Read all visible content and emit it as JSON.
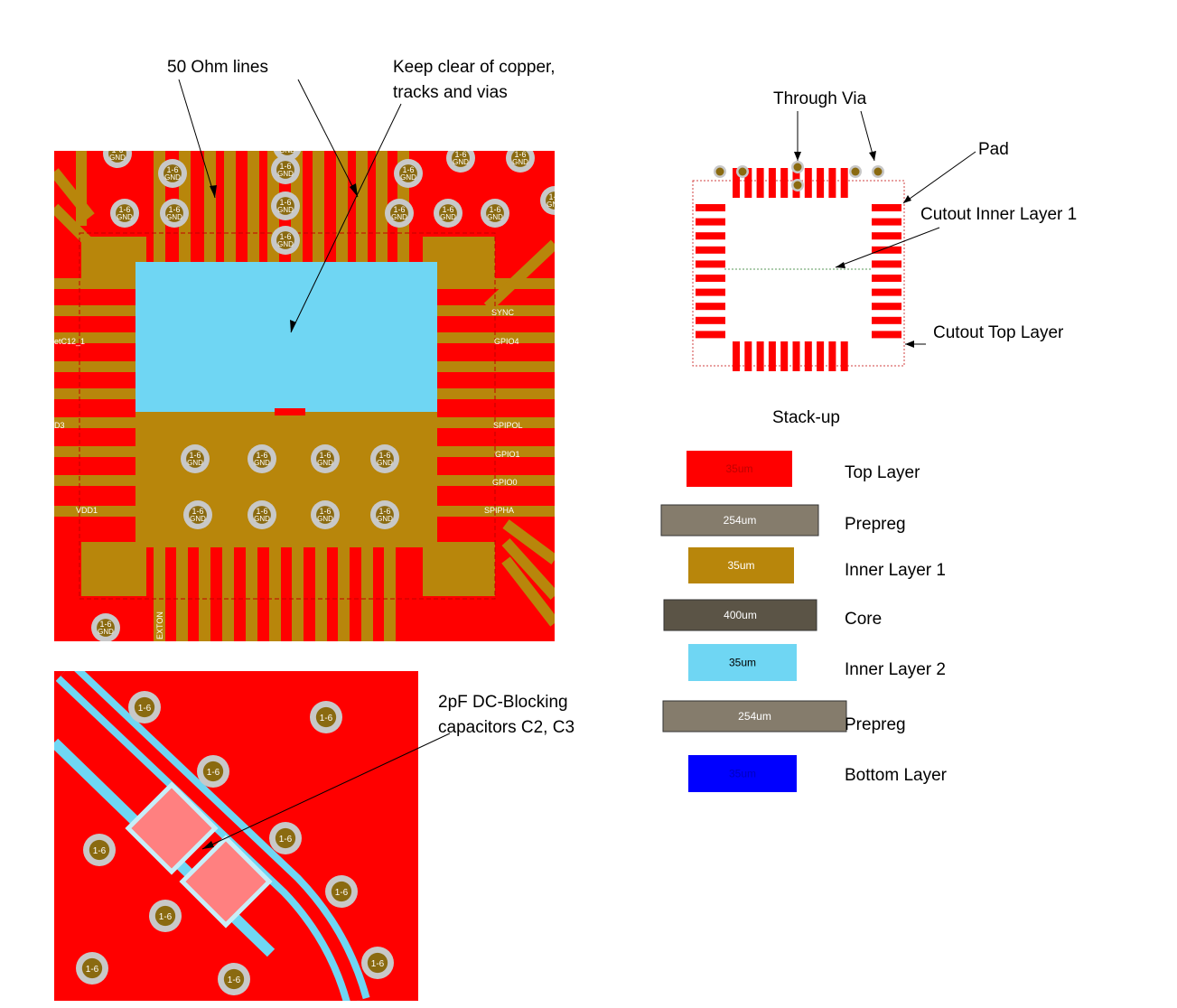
{
  "callouts": {
    "fifty_ohm": "50 Ohm lines",
    "keep_clear_1": "Keep clear of copper,",
    "keep_clear_2": "tracks and vias",
    "dc_block_1": "2pF DC-Blocking",
    "dc_block_2": "capacitors C2, C3",
    "through_via": "Through Via",
    "pad": "Pad",
    "cutout_inner": "Cutout Inner Layer 1",
    "cutout_top": "Cutout Top Layer"
  },
  "stackup": {
    "title": "Stack-up",
    "layers": [
      {
        "name": "Top Layer",
        "thickness": "35um",
        "color": "#ff0000"
      },
      {
        "name": "Prepreg",
        "thickness": "254um",
        "color": "#857c6c"
      },
      {
        "name": "Inner Layer 1",
        "thickness": "35um",
        "color": "#b8860b"
      },
      {
        "name": "Core",
        "thickness": "400um",
        "color": "#5b5446"
      },
      {
        "name": "Inner Layer 2",
        "thickness": "35um",
        "color": "#6fd6f3"
      },
      {
        "name": "Prepreg",
        "thickness": "254um",
        "color": "#857c6c"
      },
      {
        "name": "Bottom Layer",
        "thickness": "35um",
        "color": "#0000ff"
      }
    ]
  },
  "pcb_labels": {
    "sync": "SYNC",
    "gpio4": "GPIO4",
    "netc12": "etC12_1",
    "d3": "D3",
    "spipol": "SPIPOL",
    "gpio1": "GPIO1",
    "gpio0": "GPIO0",
    "spipha": "SPIPHA",
    "vdd1": "VDD1",
    "exton": "EXTON",
    "via_net": "1-6",
    "via_gnd": "GND"
  },
  "colors": {
    "top_layer": "#ff0000",
    "inner_layer_1": "#b8860b",
    "inner_layer_2": "#6fd6f3",
    "via_ring": "#c8c8c8",
    "via_drill": "#8a6a10"
  }
}
